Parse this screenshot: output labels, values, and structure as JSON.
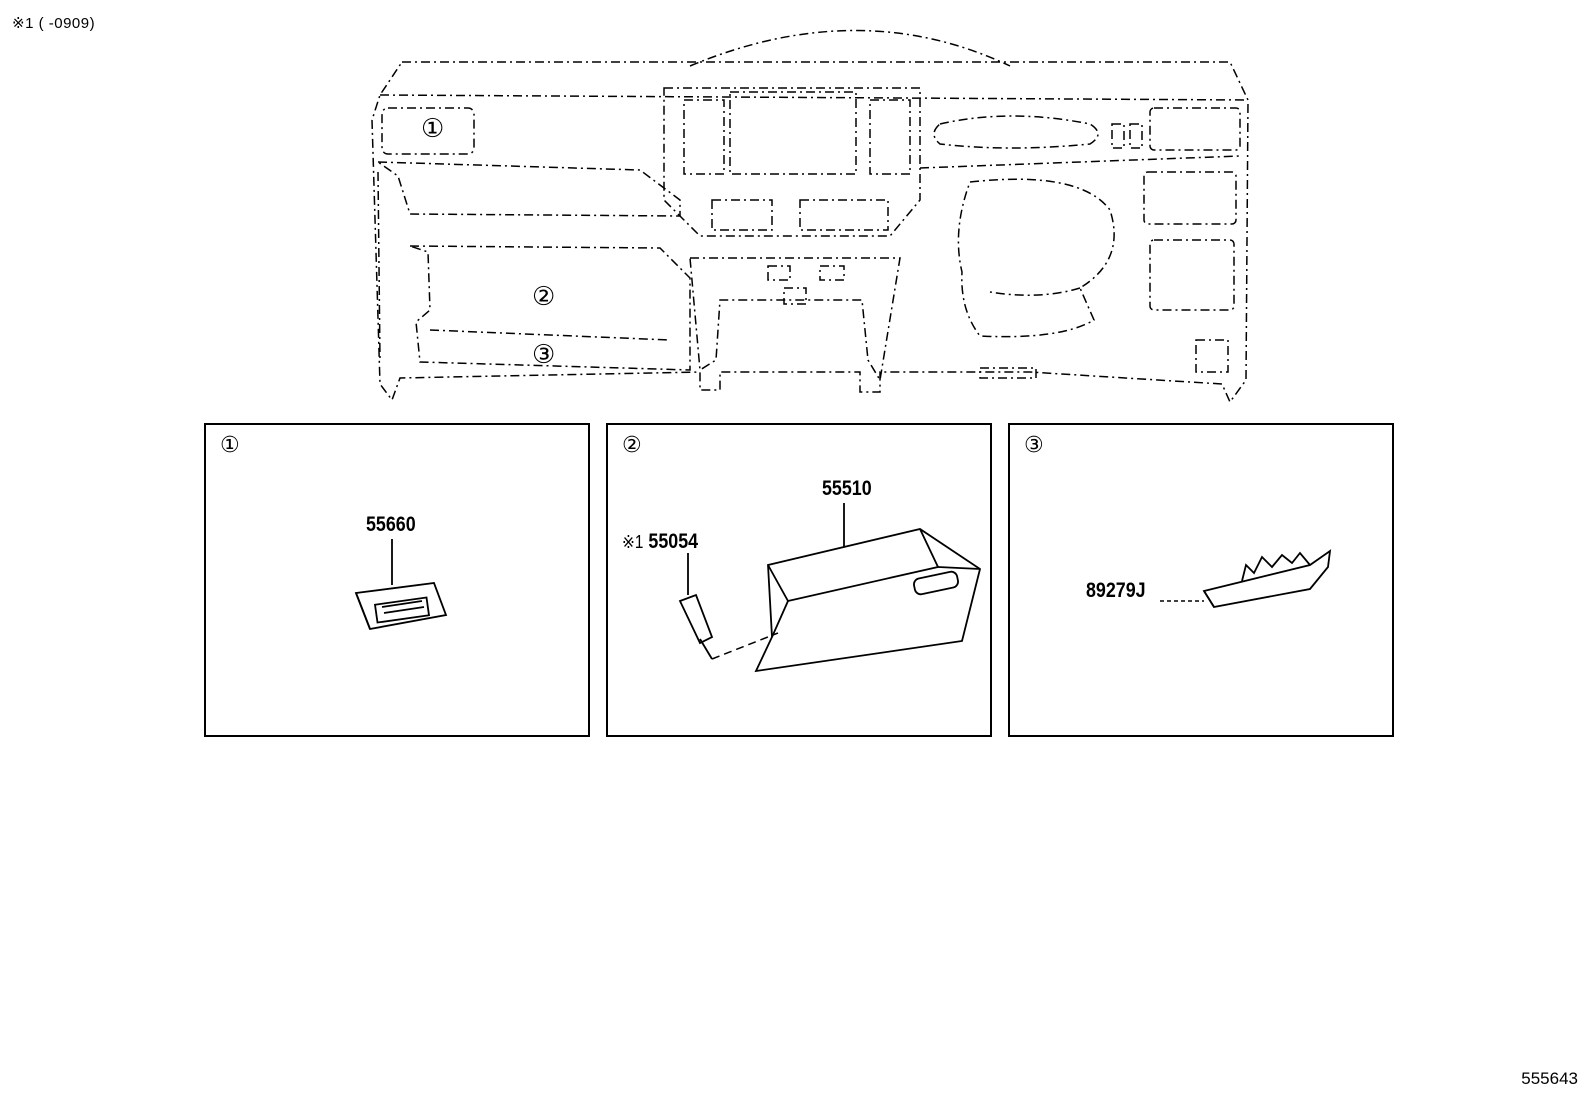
{
  "note": "※1 (     -0909)",
  "diagram_id": "555643",
  "overview": {
    "callouts": [
      "①",
      "②",
      "③"
    ]
  },
  "panels": [
    {
      "number": "①",
      "parts": [
        {
          "ref": "",
          "number": "55660"
        }
      ]
    },
    {
      "number": "②",
      "parts": [
        {
          "ref": "",
          "number": "55510"
        },
        {
          "ref": "※1",
          "number": "55054"
        }
      ]
    },
    {
      "number": "③",
      "parts": [
        {
          "ref": "",
          "number": "89279J"
        }
      ]
    }
  ]
}
